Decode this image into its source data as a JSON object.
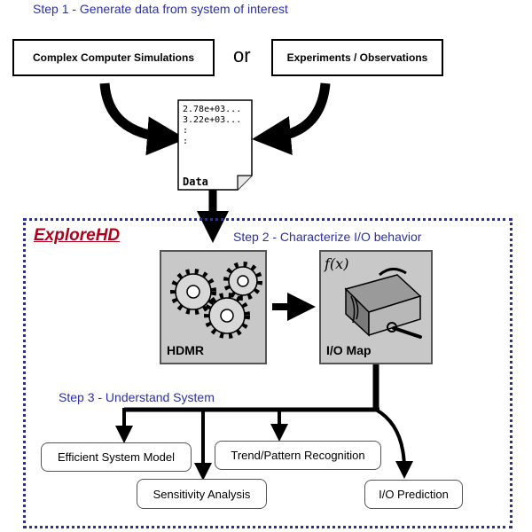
{
  "steps": {
    "step1": "Step 1 - Generate data from system of interest",
    "step2": "Step 2 - Characterize I/O behavior",
    "step3": "Step 3 - Understand System"
  },
  "sources": {
    "left": "Complex Computer Simulations",
    "or": "or",
    "right": "Experiments / Observations"
  },
  "data_doc": {
    "lines": [
      "2.78e+03...",
      "3.22e+03...",
      ":",
      ":"
    ],
    "label": "Data"
  },
  "brand": "ExploreHD",
  "panels": {
    "hdmr": {
      "label": "HDMR",
      "icon": "gears-icon"
    },
    "iomap": {
      "label": "I/O Map",
      "formula": "f(x)",
      "icon": "toolbox-icon"
    }
  },
  "outputs": [
    "Efficient System Model",
    "Trend/Pattern Recognition",
    "Sensitivity Analysis",
    "I/O Prediction"
  ],
  "colors": {
    "step_text": "#2b2fa6",
    "brand": "#b0001a",
    "border_dotted": "#2b2fa6"
  }
}
